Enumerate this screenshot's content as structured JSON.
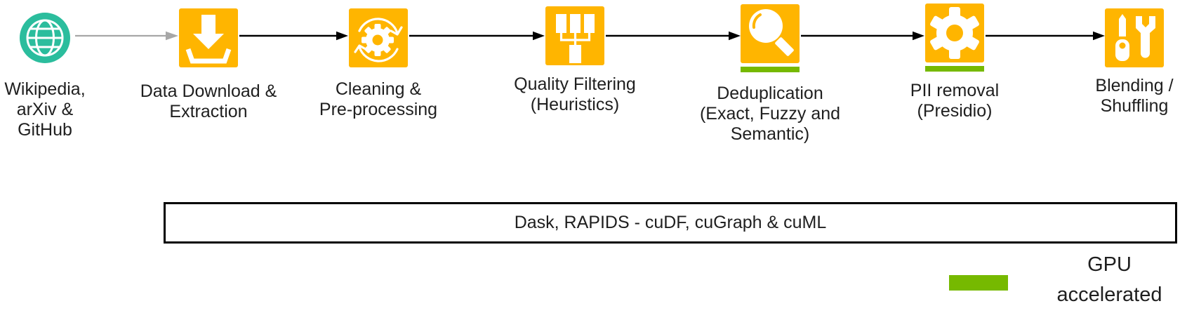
{
  "colors": {
    "icon_orange": "#FFB500",
    "gpu_green": "#76B900",
    "source_teal": "#2BBD9D",
    "arrow_gray": "#A7A7A7",
    "arrow_black": "#000000",
    "text": "#1F1F1F"
  },
  "pipeline": {
    "nodes": [
      {
        "id": "source",
        "icon": "globe-icon",
        "label": "Wikipedia,\narXiv &\nGitHub",
        "gpu_accelerated": false
      },
      {
        "id": "download",
        "icon": "download-icon",
        "label": "Data Download &\nExtraction",
        "gpu_accelerated": false
      },
      {
        "id": "cleaning",
        "icon": "sync-gear-icon",
        "label": "Cleaning &\nPre-processing",
        "gpu_accelerated": false
      },
      {
        "id": "filtering",
        "icon": "funnel-merge-icon",
        "label": "Quality Filtering\n(Heuristics)",
        "gpu_accelerated": false
      },
      {
        "id": "dedup",
        "icon": "magnifier-icon",
        "label": "Deduplication\n(Exact, Fuzzy and\nSemantic)",
        "gpu_accelerated": true
      },
      {
        "id": "pii",
        "icon": "gear-icon",
        "label": "PII removal\n(Presidio)",
        "gpu_accelerated": true
      },
      {
        "id": "blending",
        "icon": "tools-icon",
        "label": "Blending /\nShuffling",
        "gpu_accelerated": false
      }
    ]
  },
  "framework_box": {
    "label": "Dask, RAPIDS - cuDF, cuGraph & cuML"
  },
  "legend": {
    "label": "GPU\naccelerated",
    "swatch_color": "#76B900"
  }
}
